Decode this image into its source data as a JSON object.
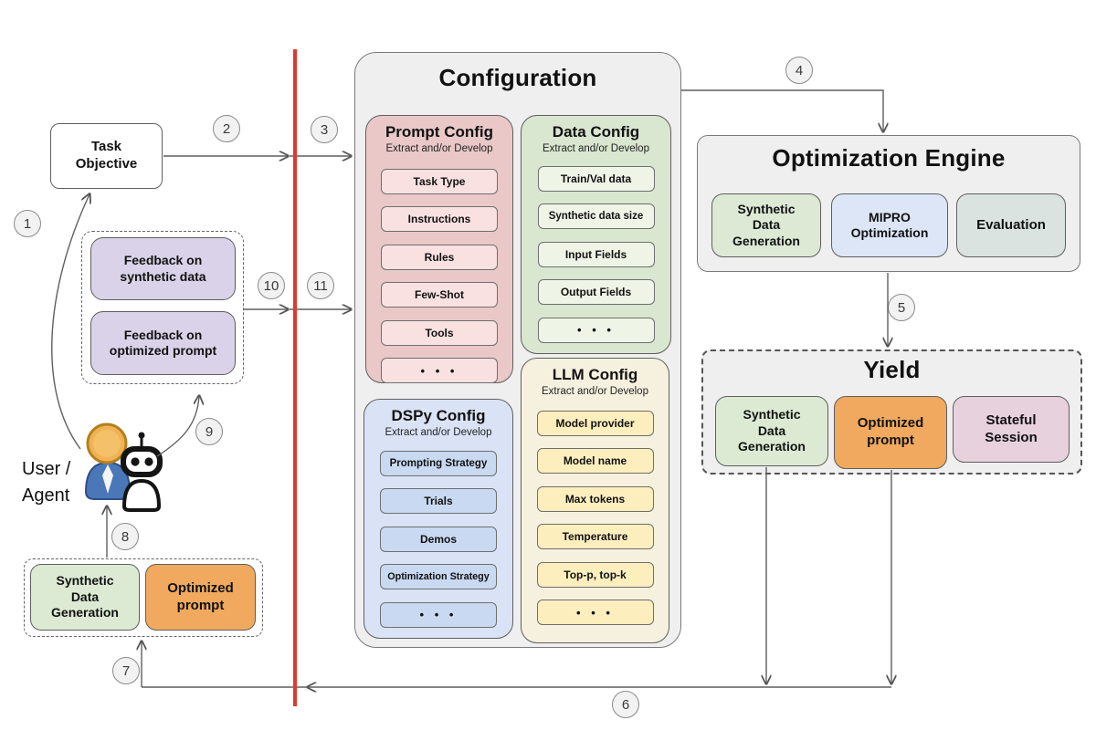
{
  "steps": [
    "1",
    "2",
    "3",
    "4",
    "5",
    "6",
    "7",
    "8",
    "9",
    "10",
    "11"
  ],
  "left": {
    "task_objective": "Task Objective",
    "user_label_line1": "User /",
    "user_label_line2": "Agent",
    "feedback_group": {
      "items": [
        "Feedback on synthetic data",
        "Feedback on optimized prompt"
      ]
    },
    "output_group": {
      "items": [
        "Synthetic Data Generation",
        "Optimized prompt"
      ]
    }
  },
  "configuration": {
    "title": "Configuration",
    "sections": [
      {
        "title": "Prompt Config",
        "subtitle": "Extract and/or Develop",
        "items": [
          "Task Type",
          "Instructions",
          "Rules",
          "Few-Shot",
          "Tools",
          "• • •"
        ]
      },
      {
        "title": "Data Config",
        "subtitle": "Extract and/or Develop",
        "items": [
          "Train/Val data",
          "Synthetic data size",
          "Input Fields",
          "Output Fields",
          "• • •"
        ]
      },
      {
        "title": "DSPy Config",
        "subtitle": "Extract and/or Develop",
        "items": [
          "Prompting Strategy",
          "Trials",
          "Demos",
          "Optimization Strategy",
          "• • •"
        ]
      },
      {
        "title": "LLM Config",
        "subtitle": "Extract and/or Develop",
        "items": [
          "Model provider",
          "Model name",
          "Max tokens",
          "Temperature",
          "Top-p, top-k",
          "• • •"
        ]
      }
    ]
  },
  "optimization_engine": {
    "title": "Optimization Engine",
    "items": [
      "Synthetic Data Generation",
      "MIPRO Optimization",
      "Evaluation"
    ]
  },
  "yield": {
    "title": "Yield",
    "items": [
      "Synthetic Data Generation",
      "Optimized prompt",
      "Stateful Session"
    ]
  },
  "colors": {
    "red_divider": "#e0392e",
    "category_pink": "#eac8c8",
    "category_green": "#d9e6d0",
    "category_blue": "#dae3f5",
    "category_cream": "#f6f1de",
    "accent_orange": "#f0a95e",
    "accent_lavender": "#d9d2e8",
    "accent_rose": "#e6d1dd",
    "container_gray": "#efefef",
    "connector_gray": "#5f5f5f"
  }
}
